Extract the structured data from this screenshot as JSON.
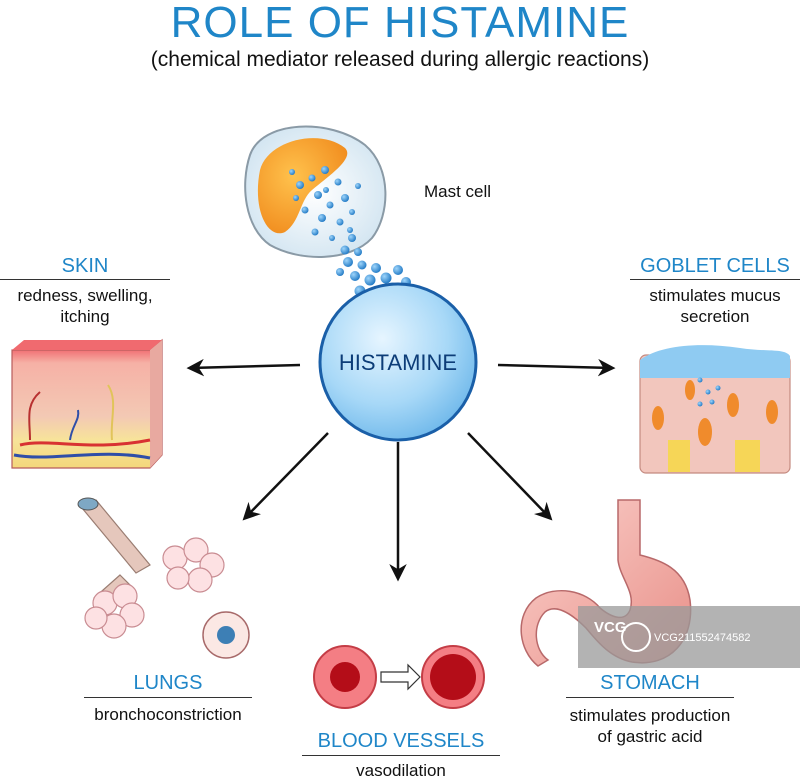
{
  "title": "ROLE OF HISTAMINE",
  "subtitle": "(chemical mediator released during allergic reactions)",
  "center": {
    "label": "HISTAMINE"
  },
  "mast_cell": {
    "label": "Mast cell"
  },
  "targets": {
    "skin": {
      "heading": "SKIN",
      "line1": "redness, swelling,",
      "line2": "itching"
    },
    "goblet": {
      "heading": "GOBLET CELLS",
      "line1": "stimulates mucus",
      "line2": "secretion"
    },
    "lungs": {
      "heading": "LUNGS",
      "line1": "bronchoconstriction"
    },
    "vessels": {
      "heading": "BLOOD VESSELS",
      "line1": "vasodilation"
    },
    "stomach": {
      "heading": "STOMACH",
      "line1": "stimulates production",
      "line2": "of gastric acid"
    }
  },
  "watermark": {
    "brand": "VCG",
    "code": "VCG211552474582"
  },
  "colors": {
    "accent": "#1f86c8",
    "histamine_fill": "#9fd3f5",
    "histamine_stroke": "#1a5fa8",
    "granule": "#4b9fd8"
  }
}
